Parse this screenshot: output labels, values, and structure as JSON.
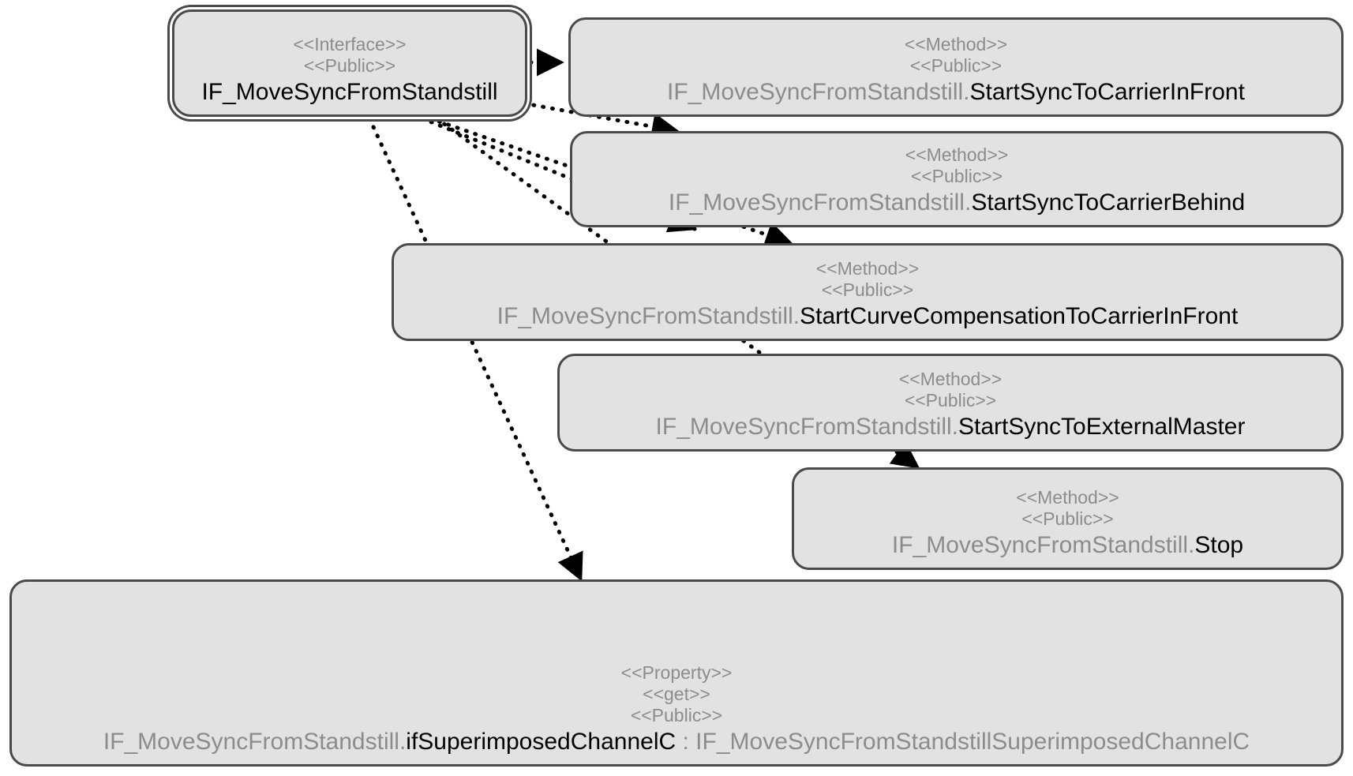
{
  "diagram": {
    "type": "uml-class-dependency",
    "title": "IF_MoveSyncFromStandstill interface members",
    "colors": {
      "node_fill": "#e2e2e2",
      "node_border": "#4a4a4a",
      "stereotype_text": "#8c8c8c",
      "prefix_text": "#8c8c8c",
      "member_text": "#000000",
      "edge": "#000000",
      "background": "#ffffff"
    },
    "edge_style": "dotted-with-filled-triangle-arrowhead"
  },
  "nodes": [
    {
      "id": "interface",
      "kind": "interface",
      "stereotypes": [
        "<<Interface>>",
        "<<Public>>"
      ],
      "prefix": "",
      "name": "IF_MoveSyncFromStandstill",
      "separator": "",
      "type": ""
    },
    {
      "id": "m1",
      "kind": "method",
      "stereotypes": [
        "<<Method>>",
        "<<Public>>"
      ],
      "prefix": "IF_MoveSyncFromStandstill.",
      "name": "StartSyncToCarrierInFront",
      "separator": "",
      "type": ""
    },
    {
      "id": "m2",
      "kind": "method",
      "stereotypes": [
        "<<Method>>",
        "<<Public>>"
      ],
      "prefix": "IF_MoveSyncFromStandstill.",
      "name": "StartSyncToCarrierBehind",
      "separator": "",
      "type": ""
    },
    {
      "id": "m3",
      "kind": "method",
      "stereotypes": [
        "<<Method>>",
        "<<Public>>"
      ],
      "prefix": "IF_MoveSyncFromStandstill.",
      "name": "StartCurveCompensationToCarrierInFront",
      "separator": "",
      "type": ""
    },
    {
      "id": "m4",
      "kind": "method",
      "stereotypes": [
        "<<Method>>",
        "<<Public>>"
      ],
      "prefix": "IF_MoveSyncFromStandstill.",
      "name": "StartSyncToExternalMaster",
      "separator": "",
      "type": ""
    },
    {
      "id": "m5",
      "kind": "method",
      "stereotypes": [
        "<<Method>>",
        "<<Public>>"
      ],
      "prefix": "IF_MoveSyncFromStandstill.",
      "name": "Stop",
      "separator": "",
      "type": ""
    },
    {
      "id": "prop",
      "kind": "property",
      "stereotypes": [
        "<<Property>>",
        "<<get>>",
        "<<Public>>"
      ],
      "prefix": "IF_MoveSyncFromStandstill.",
      "name": "ifSuperimposedChannelC",
      "separator": " : ",
      "type": "IF_MoveSyncFromStandstillSuperimposedChannelC"
    }
  ],
  "edges": [
    {
      "from": "interface",
      "to": "m1"
    },
    {
      "from": "interface",
      "to": "m2"
    },
    {
      "from": "interface",
      "to": "m3"
    },
    {
      "from": "interface",
      "to": "m4"
    },
    {
      "from": "interface",
      "to": "m5"
    },
    {
      "from": "interface",
      "to": "prop"
    }
  ]
}
